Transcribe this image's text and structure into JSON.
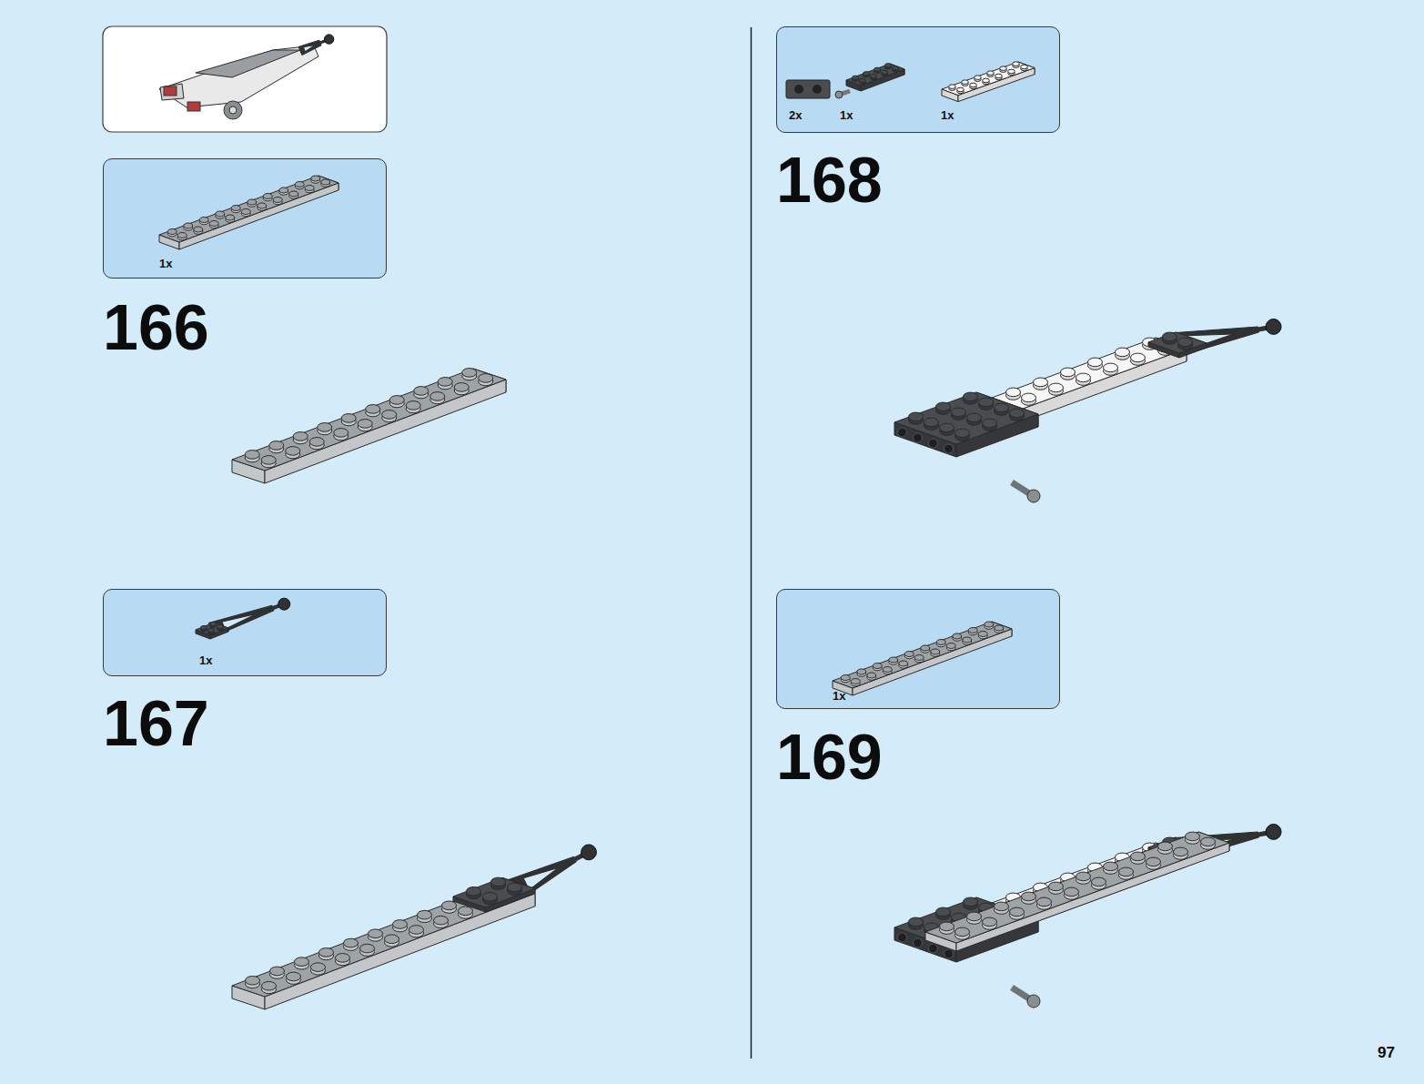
{
  "diagram": {
    "nodes": [
      {
        "text": [
          "1x"
        ]
      },
      {
        "text": [
          "1x"
        ]
      },
      {
        "text": [
          "2x",
          "1x",
          "1x"
        ]
      },
      {
        "text": [
          "1x"
        ]
      }
    ],
    "labels": [
      "166",
      "167",
      "168",
      "169",
      "97"
    ]
  }
}
